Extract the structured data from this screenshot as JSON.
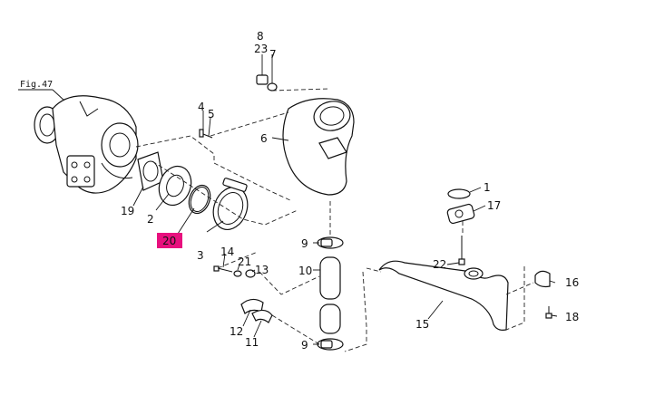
{
  "figure_ref": "Fig.47",
  "highlight_color": "#e8107e",
  "callouts": [
    {
      "id": "c8",
      "text": "8"
    },
    {
      "id": "c23",
      "text": "23"
    },
    {
      "id": "c7",
      "text": "7"
    },
    {
      "id": "c4",
      "text": "4"
    },
    {
      "id": "c5",
      "text": "5"
    },
    {
      "id": "c6",
      "text": "6"
    },
    {
      "id": "c19",
      "text": "19"
    },
    {
      "id": "c2",
      "text": "2"
    },
    {
      "id": "c20",
      "text": "20"
    },
    {
      "id": "c3",
      "text": "3"
    },
    {
      "id": "c1",
      "text": "1"
    },
    {
      "id": "c17",
      "text": "17"
    },
    {
      "id": "c9a",
      "text": "9"
    },
    {
      "id": "c10",
      "text": "10"
    },
    {
      "id": "c9b",
      "text": "9"
    },
    {
      "id": "c14",
      "text": "14"
    },
    {
      "id": "c21",
      "text": "21"
    },
    {
      "id": "c13",
      "text": "13"
    },
    {
      "id": "c12",
      "text": "12"
    },
    {
      "id": "c11",
      "text": "11"
    },
    {
      "id": "c22",
      "text": "22"
    },
    {
      "id": "c15",
      "text": "15"
    },
    {
      "id": "c16",
      "text": "16"
    },
    {
      "id": "c18",
      "text": "18"
    }
  ]
}
